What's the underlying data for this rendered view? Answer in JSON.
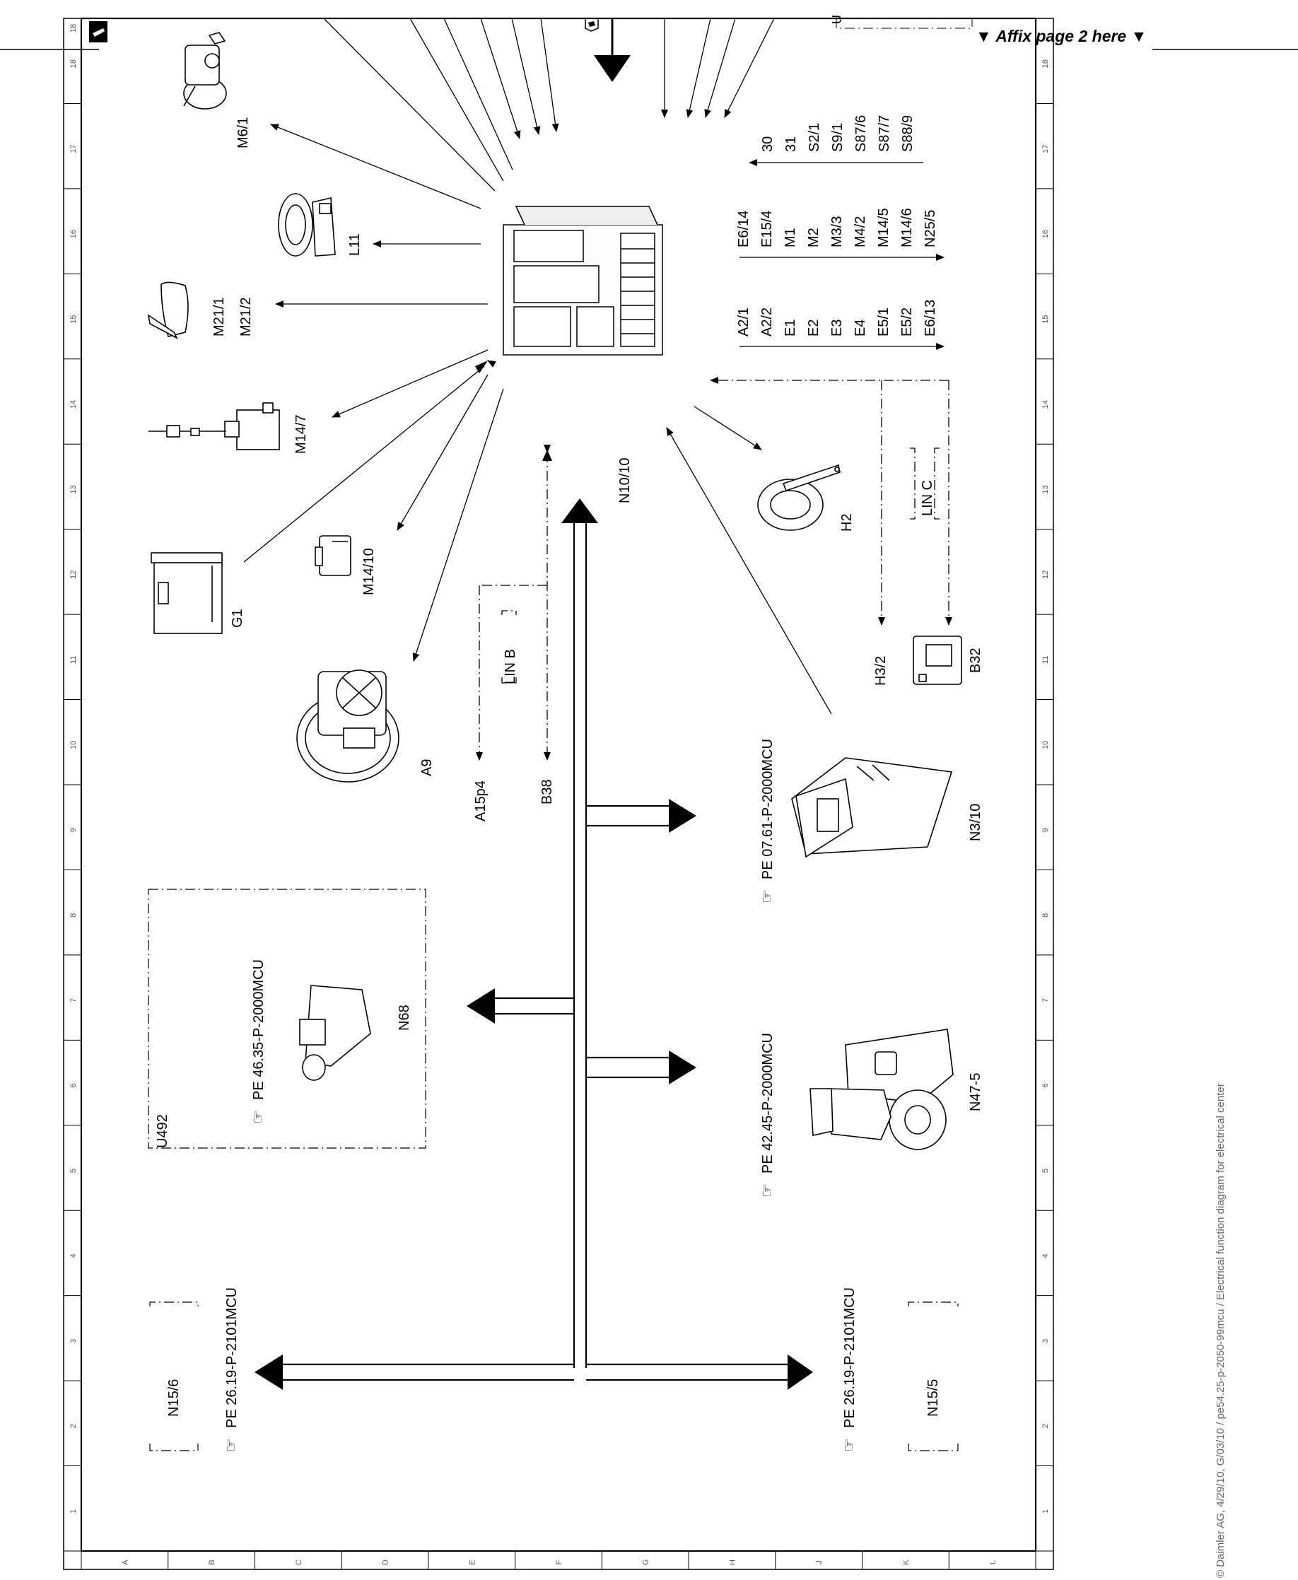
{
  "header": {
    "affix_note": "▼ Affix page 2 here ▼",
    "sheet_number": "18"
  },
  "footer": {
    "copyright": "© Daimler AG, 4/29/10, G/03/10 / pe54.25-p-2050-99mcu / Electrical function diagram for electrical center"
  },
  "grid": {
    "row_numbers": [
      "1",
      "2",
      "3",
      "4",
      "5",
      "6",
      "7",
      "8",
      "9",
      "10",
      "11",
      "12",
      "13",
      "14",
      "15",
      "16",
      "17",
      "18"
    ],
    "column_letters": [
      "A",
      "B",
      "C",
      "D",
      "E",
      "F",
      "G",
      "H",
      "J",
      "K",
      "L"
    ]
  },
  "components": {
    "central": "N10/10",
    "m6_1": "M6/1",
    "l11": "L11",
    "m21": [
      "M21/1",
      "M21/2"
    ],
    "m14_7": "M14/7",
    "g1": "G1",
    "m14_10": "M14/10",
    "a9": "A9",
    "a15p4": "A15p4",
    "b38": "B38",
    "h2": "H2",
    "h3_2": "H3/2",
    "b32": "B32",
    "n3_10": "N3/10",
    "n47_5": "N47-5",
    "n68": "N68",
    "u492": "U492",
    "n15_6": "N15/6",
    "n15_5": "N15/5"
  },
  "buses": {
    "lin_b": "LIN B",
    "lin_c": "LIN C"
  },
  "references": {
    "n3_10": "PE 07.61-P-2000MCU",
    "n47_5": "PE 42.45-P-2000MCU",
    "n68": "PE 46.35-P-2000MCU",
    "n15_6": "PE 26.19-P-2101MCU",
    "n15_5": "PE 26.19-P-2101MCU"
  },
  "signals": {
    "power": [
      "30",
      "31",
      "S2/1",
      "S9/1",
      "S87/6",
      "S87/7",
      "S88/9"
    ],
    "outputs_1": [
      "E6/14",
      "E15/4",
      "M1",
      "M2",
      "M3/3",
      "M4/2",
      "M14/5",
      "M14/6",
      "N25/5"
    ],
    "outputs_2": [
      "A2/1",
      "A2/2",
      "E1",
      "E2",
      "E3",
      "E4",
      "E5/1",
      "E5/2",
      "E6/13"
    ]
  }
}
